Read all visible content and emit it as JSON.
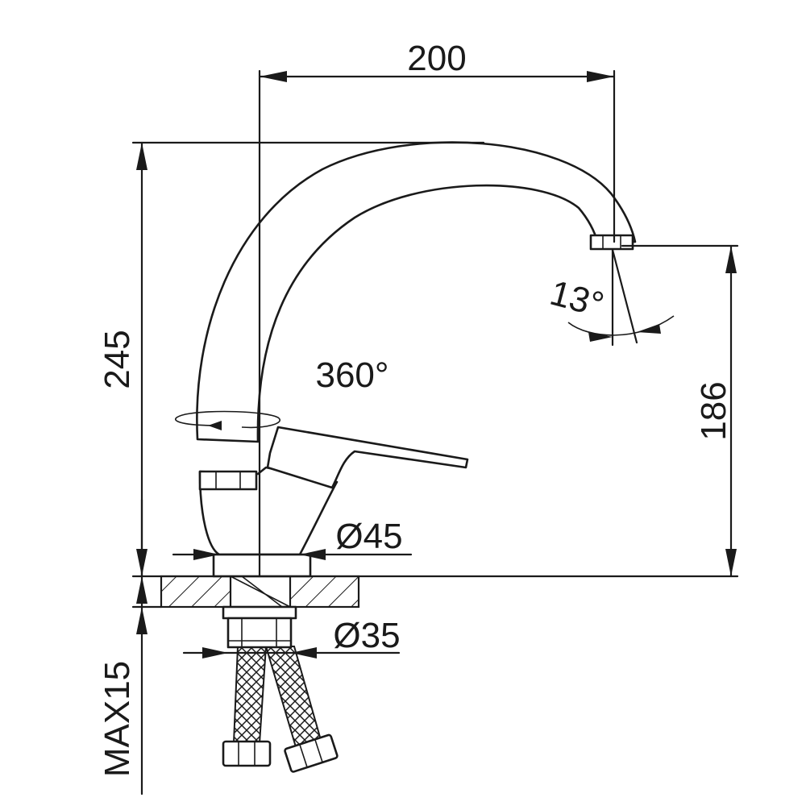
{
  "dimensions": {
    "width_top": "200",
    "height_total": "245",
    "height_spout": "186",
    "swivel_angle": "360°",
    "spout_tilt": "13°",
    "base_diameter": "Ø45",
    "shank_diameter": "Ø35",
    "max_thickness": "MAX15"
  },
  "colors": {
    "line": "#1a1a1a",
    "background": "#ffffff"
  }
}
